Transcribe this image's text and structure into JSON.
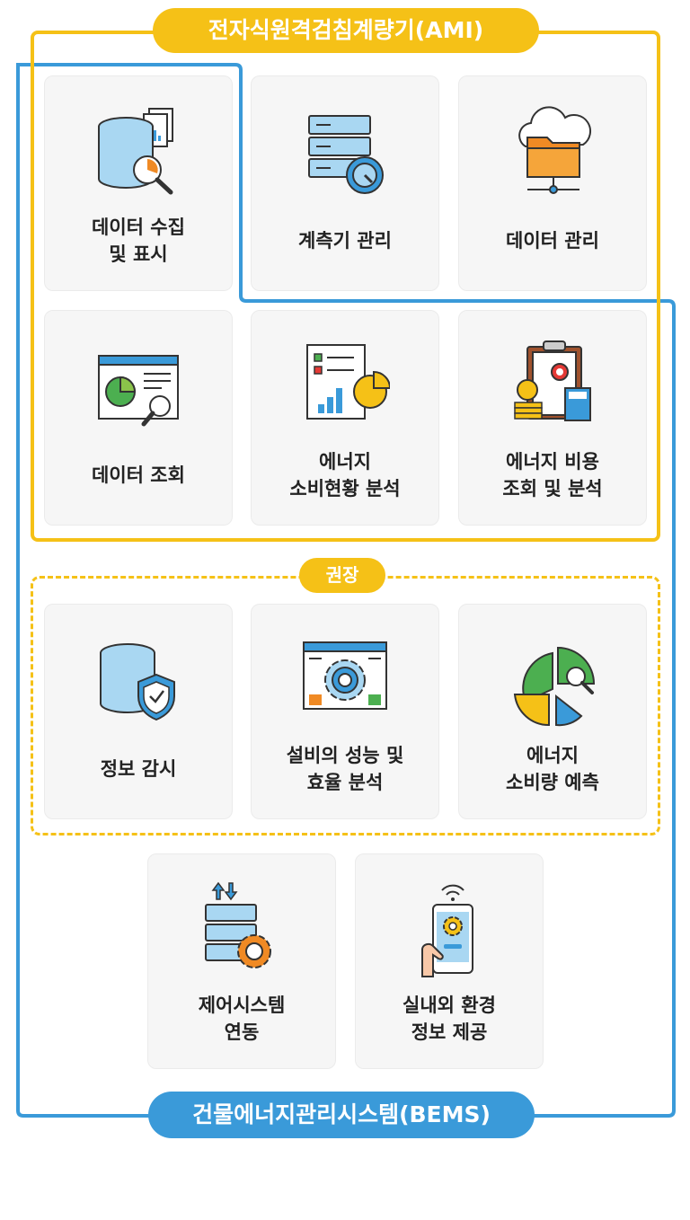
{
  "colors": {
    "ami": "#F5C117",
    "bems": "#3A9AD9",
    "card_bg": "#F6F6F6"
  },
  "ami": {
    "title": "전자식원격검침계량기(AMI)"
  },
  "recommended": {
    "title": "권장"
  },
  "bems": {
    "title": "건물에너지관리시스템(BEMS)"
  },
  "cards": [
    {
      "label": "데이터 수집\n및 표시",
      "icon": "database-analysis-icon"
    },
    {
      "label": "계측기 관리",
      "icon": "server-gauge-icon"
    },
    {
      "label": "데이터 관리",
      "icon": "cloud-folder-icon"
    },
    {
      "label": "데이터 조회",
      "icon": "chart-window-search-icon"
    },
    {
      "label": "에너지\n소비현황 분석",
      "icon": "report-chart-icon"
    },
    {
      "label": "에너지 비용\n조회 및 분석",
      "icon": "clipboard-cost-icon"
    },
    {
      "label": "정보 감시",
      "icon": "database-shield-icon"
    },
    {
      "label": "설비의 성능 및\n효율 분석",
      "icon": "gear-dashboard-icon"
    },
    {
      "label": "에너지\n소비량 예측",
      "icon": "pie-chart-search-icon"
    },
    {
      "label": "제어시스템\n연동",
      "icon": "server-sync-gear-icon"
    },
    {
      "label": "실내외 환경\n정보 제공",
      "icon": "smartphone-settings-icon"
    }
  ]
}
